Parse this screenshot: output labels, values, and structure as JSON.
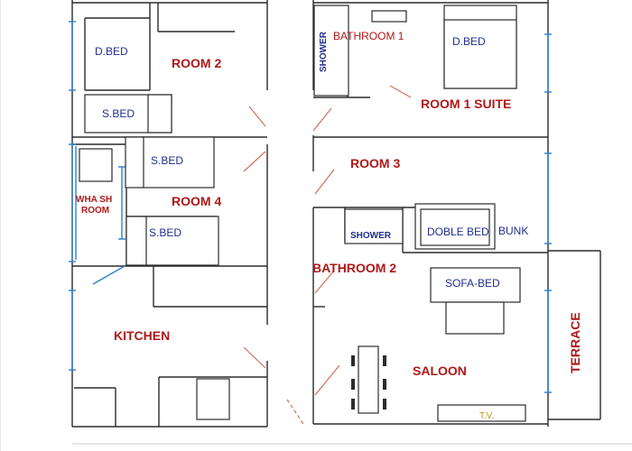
{
  "colors": {
    "wall": "#2b2b2b",
    "room_label": "#b01818",
    "furniture_label": "#1f2f8f",
    "window": "#2b7fd0",
    "door": "#d0705a",
    "tv": "#c8901a",
    "border": "#cfcfcf"
  },
  "rooms": {
    "room2": "ROOM 2",
    "bathroom1": "BATHROOM 1",
    "room1_suite": "ROOM 1 SUITE",
    "room3": "ROOM 3",
    "room4": "ROOM 4",
    "bathroom2": "BATHROOM 2",
    "kitchen": "KITCHEN",
    "saloon": "SALOON",
    "terrace": "TERRACE"
  },
  "washroom": {
    "line1": "WHA SH",
    "line2": "ROOM"
  },
  "furniture": {
    "dbed_room2": "D.BED",
    "sbed_room2": "S.BED",
    "shower1": "SHOWER",
    "dbed_room1": "D.BED",
    "sbed_room4_a": "S.BED",
    "sbed_room4_b": "S.BED",
    "shower2": "SHOWER",
    "doble_bed": "DOBLE BED",
    "bunk": "BUNK",
    "sofa_bed": "SOFA-BED",
    "tv": "T.V."
  }
}
